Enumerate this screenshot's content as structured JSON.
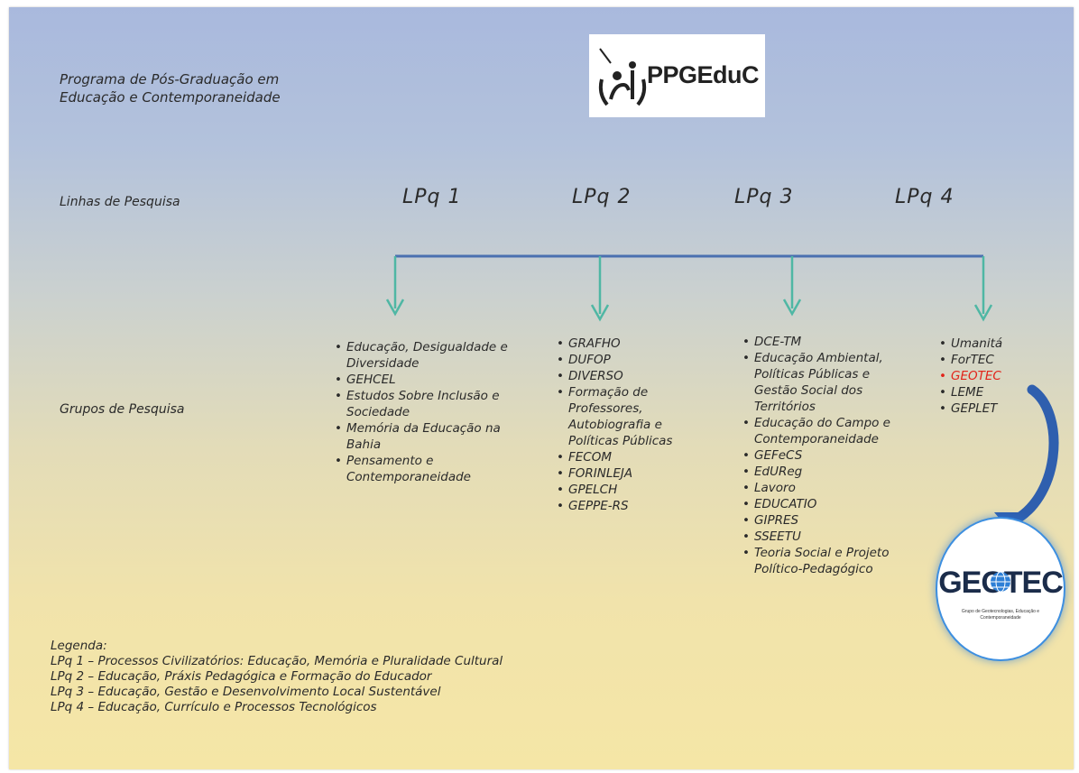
{
  "program": {
    "title_line1": "Programa de Pós-Graduação em",
    "title_line2": "Educação e Contemporaneidade",
    "logo_text": "PPGEduC"
  },
  "labels": {
    "lines": "Linhas de Pesquisa",
    "groups": "Grupos de Pesquisa"
  },
  "lines": [
    {
      "label": "LPq 1",
      "groups": [
        "Educação, Desigualdade e Diversidade",
        "GEHCEL",
        "Estudos Sobre Inclusão e Sociedade",
        "Memória da Educação na Bahia",
        "Pensamento e Contemporaneidade"
      ]
    },
    {
      "label": "LPq 2",
      "groups": [
        "GRAFHO",
        "DUFOP",
        "DIVERSO",
        "Formação de Professores, Autobiografia e Políticas Públicas",
        "FECOM",
        "FORINLEJA",
        "GPELCH",
        "GEPPE-RS"
      ]
    },
    {
      "label": "LPq 3",
      "groups": [
        "DCE-TM",
        "Educação Ambiental, Políticas Públicas e Gestão Social dos Territórios",
        "Educação do Campo e Contemporaneidade",
        "GEFeCS",
        "EdUReg",
        "Lavoro",
        "EDUCATIO",
        "GIPRES",
        "SSEETU",
        "Teoria Social e Projeto Político-Pedagógico"
      ]
    },
    {
      "label": "LPq 4",
      "groups": [
        "Umanitá",
        "ForTEC",
        "GEOTEC",
        "LEME",
        "GEPLET"
      ],
      "highlight": "GEOTEC"
    }
  ],
  "colors": {
    "connector": "#4a70b0",
    "arrows": "#4fb7a4",
    "highlight": "#e2231a",
    "curved_arrow": "#2f5fae"
  },
  "badge": {
    "title": "GEOTEC",
    "subtitle": "Grupo de Geotecnologias, Educação e Contemporaneidade"
  },
  "legend": {
    "title": "Legenda:",
    "items": [
      "LPq 1 – Processos Civilizatórios: Educação, Memória e Pluralidade Cultural",
      "LPq 2 – Educação, Práxis Pedagógica e Formação do Educador",
      "LPq 3 – Educação, Gestão e Desenvolvimento Local Sustentável",
      "LPq 4 – Educação, Currículo e Processos Tecnológicos"
    ]
  }
}
